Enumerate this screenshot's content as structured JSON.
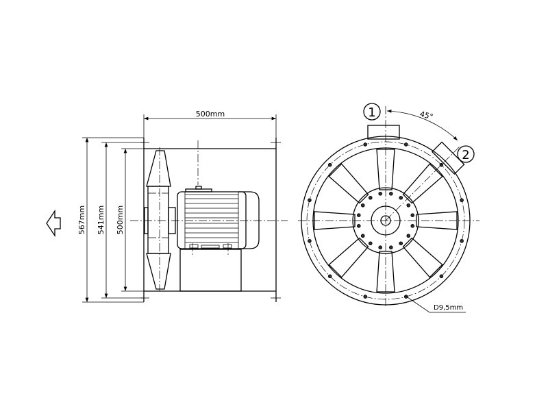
{
  "drawing": {
    "dimensions": {
      "length": "500mm",
      "outer_flange_height": "567mm",
      "bolt_circle_height": "541mm",
      "casing_height": "500mm",
      "bolt_hole": "D9,5mm",
      "terminal_angle": "45°"
    },
    "positions": [
      "1",
      "2"
    ],
    "airflow_direction": "left-arrow-icon",
    "colors": {
      "line": "#000000",
      "background": "#ffffff"
    }
  }
}
